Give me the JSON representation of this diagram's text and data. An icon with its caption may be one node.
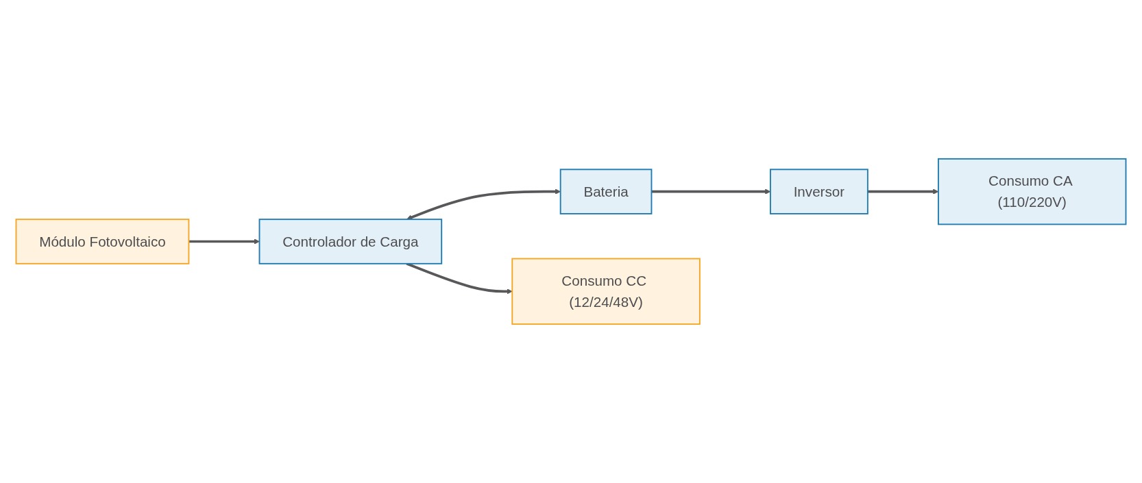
{
  "diagram": {
    "nodes": [
      {
        "text": [
          "Módulo Fotovoltaico"
        ]
      },
      {
        "text": [
          "Controlador de Carga"
        ]
      },
      {
        "text": [
          "Bateria"
        ]
      },
      {
        "text": [
          "Inversor"
        ]
      },
      {
        "text": [
          "Consumo CC (12/24/48V)"
        ]
      },
      {
        "text": [
          "Consumo CA (110/220V)"
        ]
      }
    ],
    "edges": [
      {
        "from": 0,
        "to": 1,
        "arrow": "to"
      },
      {
        "from": 1,
        "to": 2,
        "arrow": "both"
      },
      {
        "from": 2,
        "to": 3,
        "arrow": "to"
      },
      {
        "from": 1,
        "to": 4,
        "arrow": "to"
      },
      {
        "from": 3,
        "to": 5,
        "arrow": "to"
      }
    ]
  }
}
